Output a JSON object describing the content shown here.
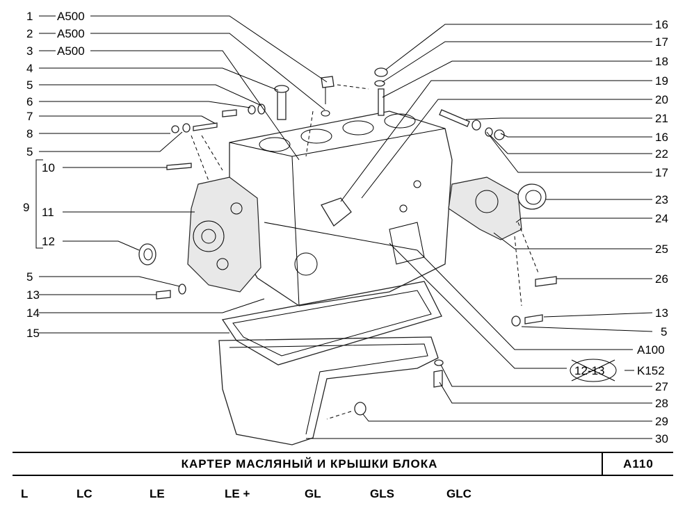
{
  "left_callouts": [
    {
      "num": "1",
      "code": "A500"
    },
    {
      "num": "2",
      "code": "A500"
    },
    {
      "num": "3",
      "code": "A500"
    },
    {
      "num": "4",
      "code": ""
    },
    {
      "num": "5",
      "code": ""
    },
    {
      "num": "6",
      "code": ""
    },
    {
      "num": "7",
      "code": ""
    },
    {
      "num": "8",
      "code": ""
    },
    {
      "num": "5",
      "code": ""
    },
    {
      "num": "10",
      "code": ""
    },
    {
      "num": "11",
      "code": ""
    },
    {
      "num": "12",
      "code": ""
    },
    {
      "num": "5",
      "code": ""
    },
    {
      "num": "13",
      "code": ""
    },
    {
      "num": "14",
      "code": ""
    },
    {
      "num": "15",
      "code": ""
    }
  ],
  "group_label": "9",
  "right_callouts": [
    "16",
    "17",
    "18",
    "19",
    "20",
    "21",
    "16",
    "22",
    "17",
    "23",
    "24",
    "25",
    "26",
    "13",
    "5"
  ],
  "ref_a100": "A100",
  "crossed_ref": "12-13",
  "ref_k152": "K152",
  "bottom_callouts": [
    "27",
    "28",
    "29",
    "30"
  ],
  "title": "КАРТЕР МАСЛЯНЫЙ И КРЫШКИ БЛОКА",
  "code": "A110",
  "trims": [
    "L",
    "LC",
    "LE",
    "LE +",
    "GL",
    "GLS",
    "GLC"
  ],
  "colors": {
    "ink": "#000000",
    "background": "#ffffff"
  }
}
